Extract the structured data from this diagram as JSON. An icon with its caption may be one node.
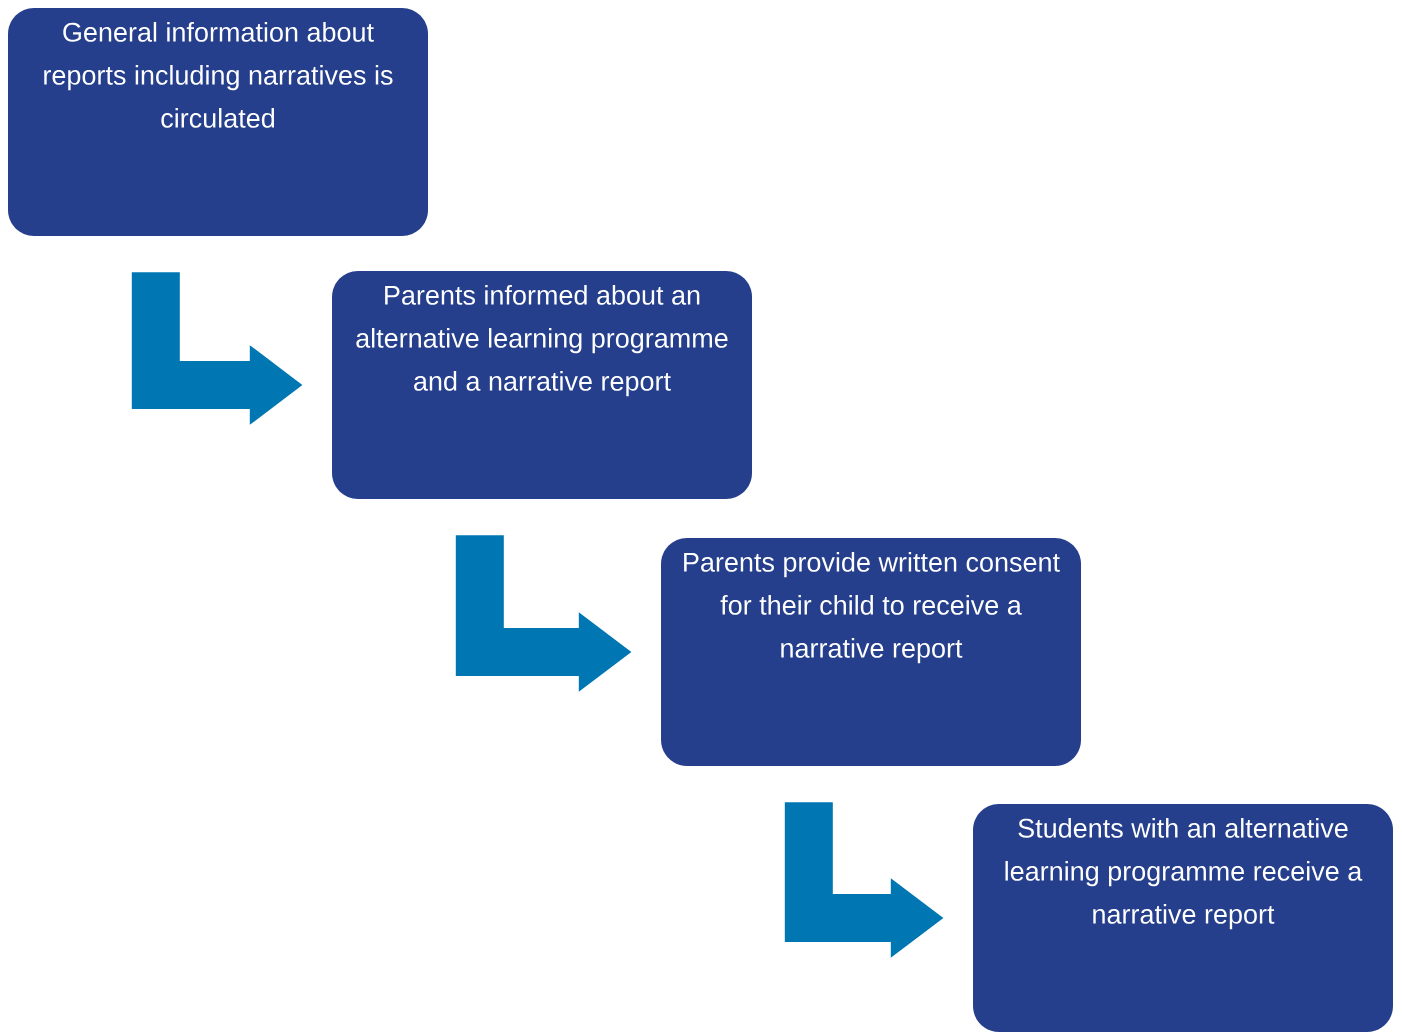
{
  "diagram": {
    "nodes": [
      {
        "text": [
          "General information about reports including narratives is circulated"
        ]
      },
      {
        "text": [
          "Parents informed about an alternative learning programme and a narrative report"
        ]
      },
      {
        "text": [
          "Parents provide written consent for their child to receive a narrative report"
        ]
      },
      {
        "text": [
          "Students with an alternative learning programme receive a narrative report"
        ]
      }
    ],
    "edges": [
      {
        "from": 0,
        "to": 1,
        "arrow": "to"
      },
      {
        "from": 1,
        "to": 2,
        "arrow": "to"
      },
      {
        "from": 2,
        "to": 3,
        "arrow": "to"
      }
    ]
  }
}
